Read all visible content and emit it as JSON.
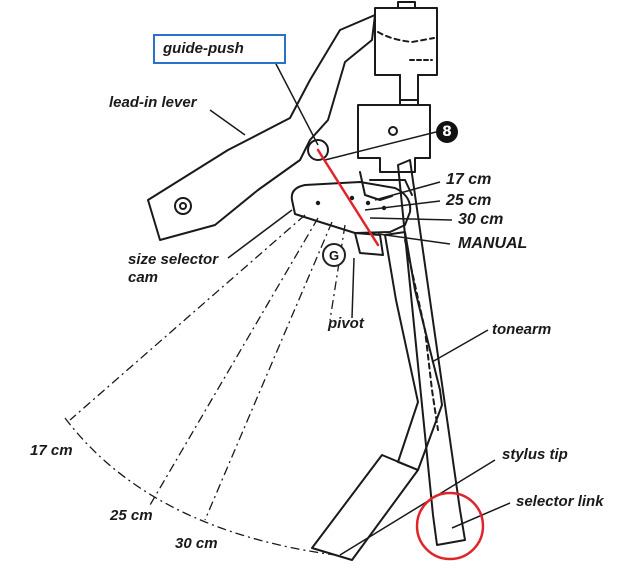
{
  "labels": {
    "guide_push": "guide-push",
    "lead_in_lever": "lead-in lever",
    "marker_8": "8",
    "cm17_top": "17 cm",
    "cm25_top": "25 cm",
    "cm30_top": "30 cm",
    "manual": "MANUAL",
    "size_selector_cam": "size selector",
    "size_selector_cam_2": "cam",
    "marker_g": "G",
    "pivot": "pivot",
    "tonearm": "tonearm",
    "stylus_tip": "stylus tip",
    "selector_link": "selector link",
    "cm17_arc": "17 cm",
    "cm25_arc": "25 cm",
    "cm30_arc": "30 cm"
  },
  "colors": {
    "ink": "#1a1a1a",
    "highlight_box": "#2a72c9",
    "red_line": "#e0242a",
    "red_circle": "#e0242a"
  }
}
